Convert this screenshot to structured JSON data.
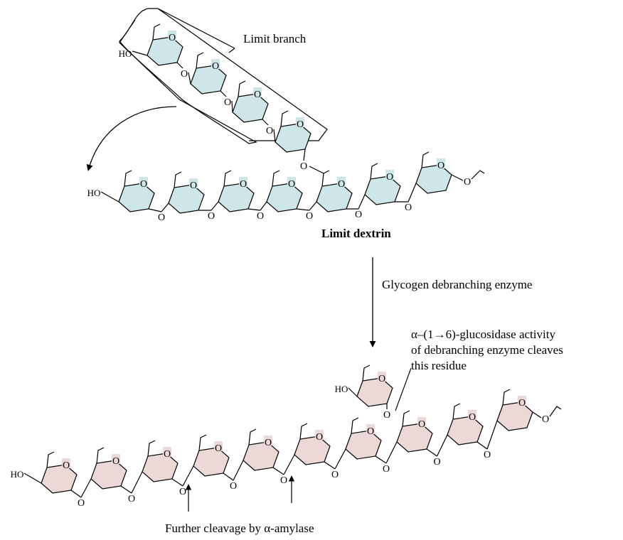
{
  "labels": {
    "limit_branch": "Limit branch",
    "limit_dextrin": "Limit dextrin",
    "enzyme": "Glycogen debranching enzyme",
    "cleavage_note": [
      "α–(1→6)-glucosidase activity",
      "of debranching enzyme cleaves",
      "this residue"
    ],
    "amylase": "Further cleavage by α-amylase"
  },
  "atoms": {
    "ring_oxygen": "O",
    "link_oxygen": "O",
    "hydroxyl": "HO"
  },
  "colors": {
    "top_ring_fill": "#cde6e8",
    "bottom_ring_fill": "#ecd8d6",
    "line": "#000000"
  }
}
